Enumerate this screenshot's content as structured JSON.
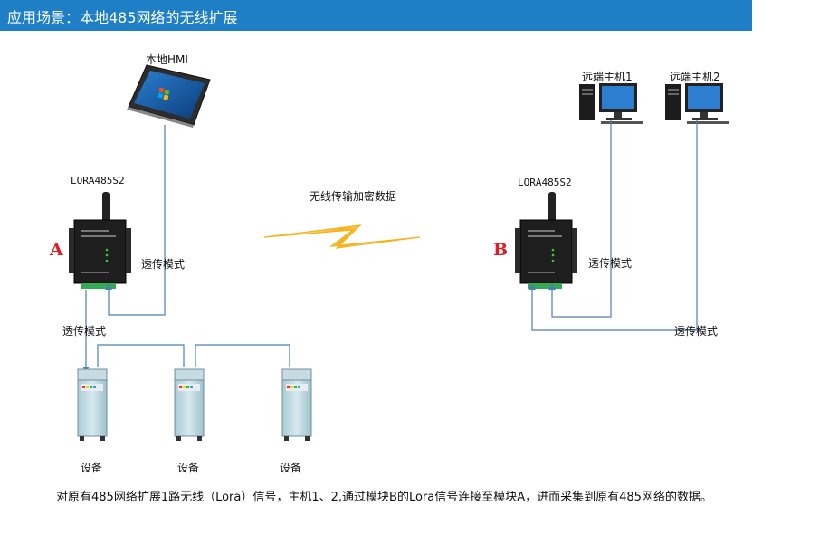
{
  "header": {
    "title": "应用场景：本地485网络的无线扩展"
  },
  "labels": {
    "hmi": "本地HMI",
    "remote_host_1": "远端主机1",
    "remote_host_2": "远端主机2",
    "module_left": "LORA485S2",
    "module_right": "LORA485S2",
    "wireless": "无线传输加密数据",
    "mode_a": "透传模式",
    "mode_a_down": "透传模式",
    "mode_b": "透传模式",
    "mode_b_down": "透传模式",
    "marker_a": "A",
    "marker_b": "B",
    "device_1": "设备",
    "device_2": "设备",
    "device_3": "设备"
  },
  "caption": "对原有485网络扩展1路无线（Lora）信号，主机1、2,通过模块B的Lora信号连接至模块A，进而采集到原有485网络的数据。",
  "colors": {
    "header": "#1f7fc6",
    "line": "#4a7fb5",
    "marker": "#d8202a",
    "lightning": "#f5b21a"
  }
}
